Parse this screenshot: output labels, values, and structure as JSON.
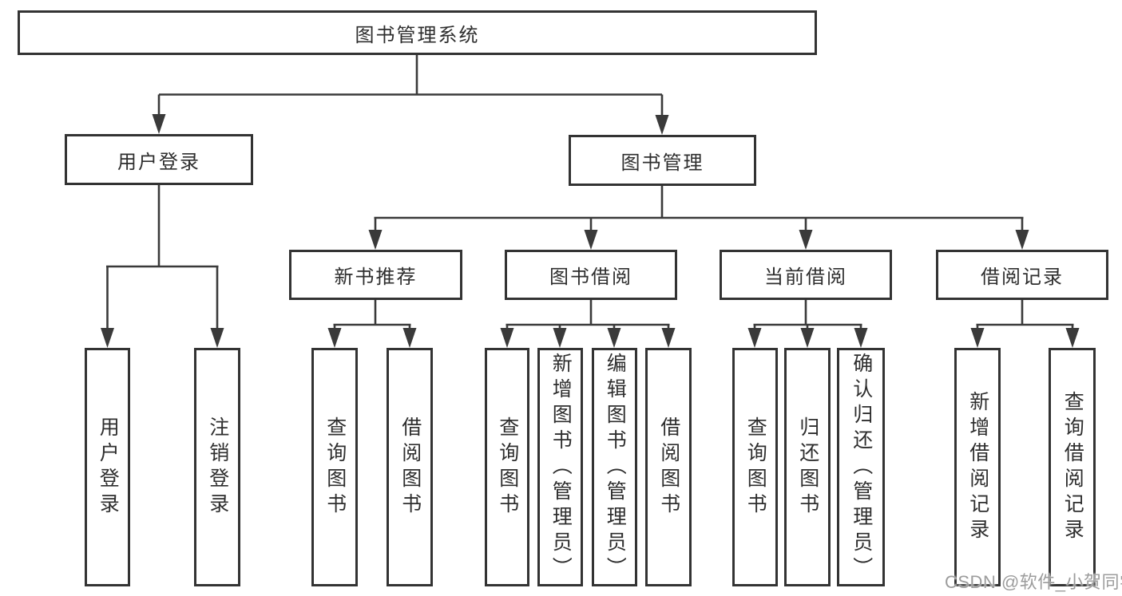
{
  "colors": {
    "background": "#ffffff",
    "line": "#3a3a3a",
    "box_border": "#333333",
    "text": "#2e2e2e",
    "watermark": "#9c9c9c"
  },
  "tree": {
    "root": {
      "label": "图书管理系统"
    },
    "branches": [
      {
        "label": "用户登录",
        "children": [
          "用户登录",
          "注销登录"
        ]
      },
      {
        "label": "图书管理",
        "groups": [
          {
            "label": "新书推荐",
            "children": [
              "查询图书",
              "借阅图书"
            ]
          },
          {
            "label": "图书借阅",
            "children": [
              "查询图书",
              "新增图书（管理员）",
              "编辑图书（管理员）",
              "借阅图书"
            ]
          },
          {
            "label": "当前借阅",
            "children": [
              "查询图书",
              "归还图书",
              "确认归还（管理员）"
            ]
          },
          {
            "label": "借阅记录",
            "children": [
              "新增借阅记录",
              "查询借阅记录"
            ]
          }
        ]
      }
    ]
  },
  "watermark": {
    "text": "CSDN @软件_小贺同学"
  }
}
